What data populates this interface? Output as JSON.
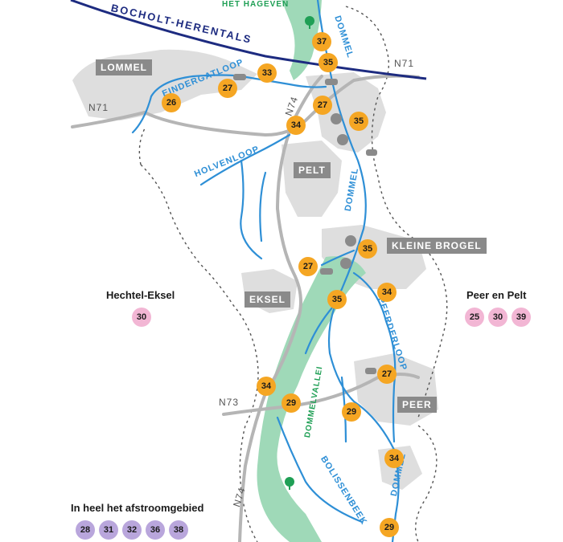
{
  "colors": {
    "water": "#2e8fd6",
    "valley": "#9fd9b8",
    "railway": "#1d2b80",
    "badge_orange": "#f5a623",
    "badge_pink": "#f2b6d4",
    "badge_purple": "#b9a6dc",
    "town_label_bg": "#8a8a8a"
  },
  "places": {
    "lommel": "LOMMEL",
    "pelt": "PELT",
    "kleine_brogel": "KLEINE BROGEL",
    "eksel": "EKSEL",
    "peer": "PEER"
  },
  "roads": {
    "n71_west": "N71",
    "n71_east": "N71",
    "n74_north": "N74",
    "n73": "N73",
    "n74_south": "N74"
  },
  "railway": {
    "label": "BOCHOLT-HERENTALS"
  },
  "water": {
    "eindergatloop": "EINDERGATLOOP",
    "holvenloop": "HOLVENLOOP",
    "dommel_north": "DOMMEL",
    "dommel_mid": "DOMMEL",
    "peerderloop": "PEERDERLOOP",
    "bolissenbeek": "BOLISSENBEEK",
    "dommel_south": "DOMMEL"
  },
  "nature": {
    "het_hageven": "HET HAGEVEN",
    "dommelvallei": "DOMMELVALLEI"
  },
  "orange_markers": [
    "37",
    "35",
    "33",
    "26",
    "27",
    "27",
    "34",
    "35",
    "35",
    "27",
    "35",
    "34",
    "27",
    "34",
    "29",
    "29",
    "34",
    "29"
  ],
  "regions": {
    "hechtel": {
      "title": "Hechtel-Eksel",
      "badges": [
        "30"
      ]
    },
    "peer_pelt": {
      "title": "Peer en Pelt",
      "badges": [
        "25",
        "30",
        "39"
      ]
    },
    "basin": {
      "title": "In heel het afstroomgebied",
      "badges": [
        "28",
        "31",
        "32",
        "36",
        "38"
      ]
    }
  }
}
